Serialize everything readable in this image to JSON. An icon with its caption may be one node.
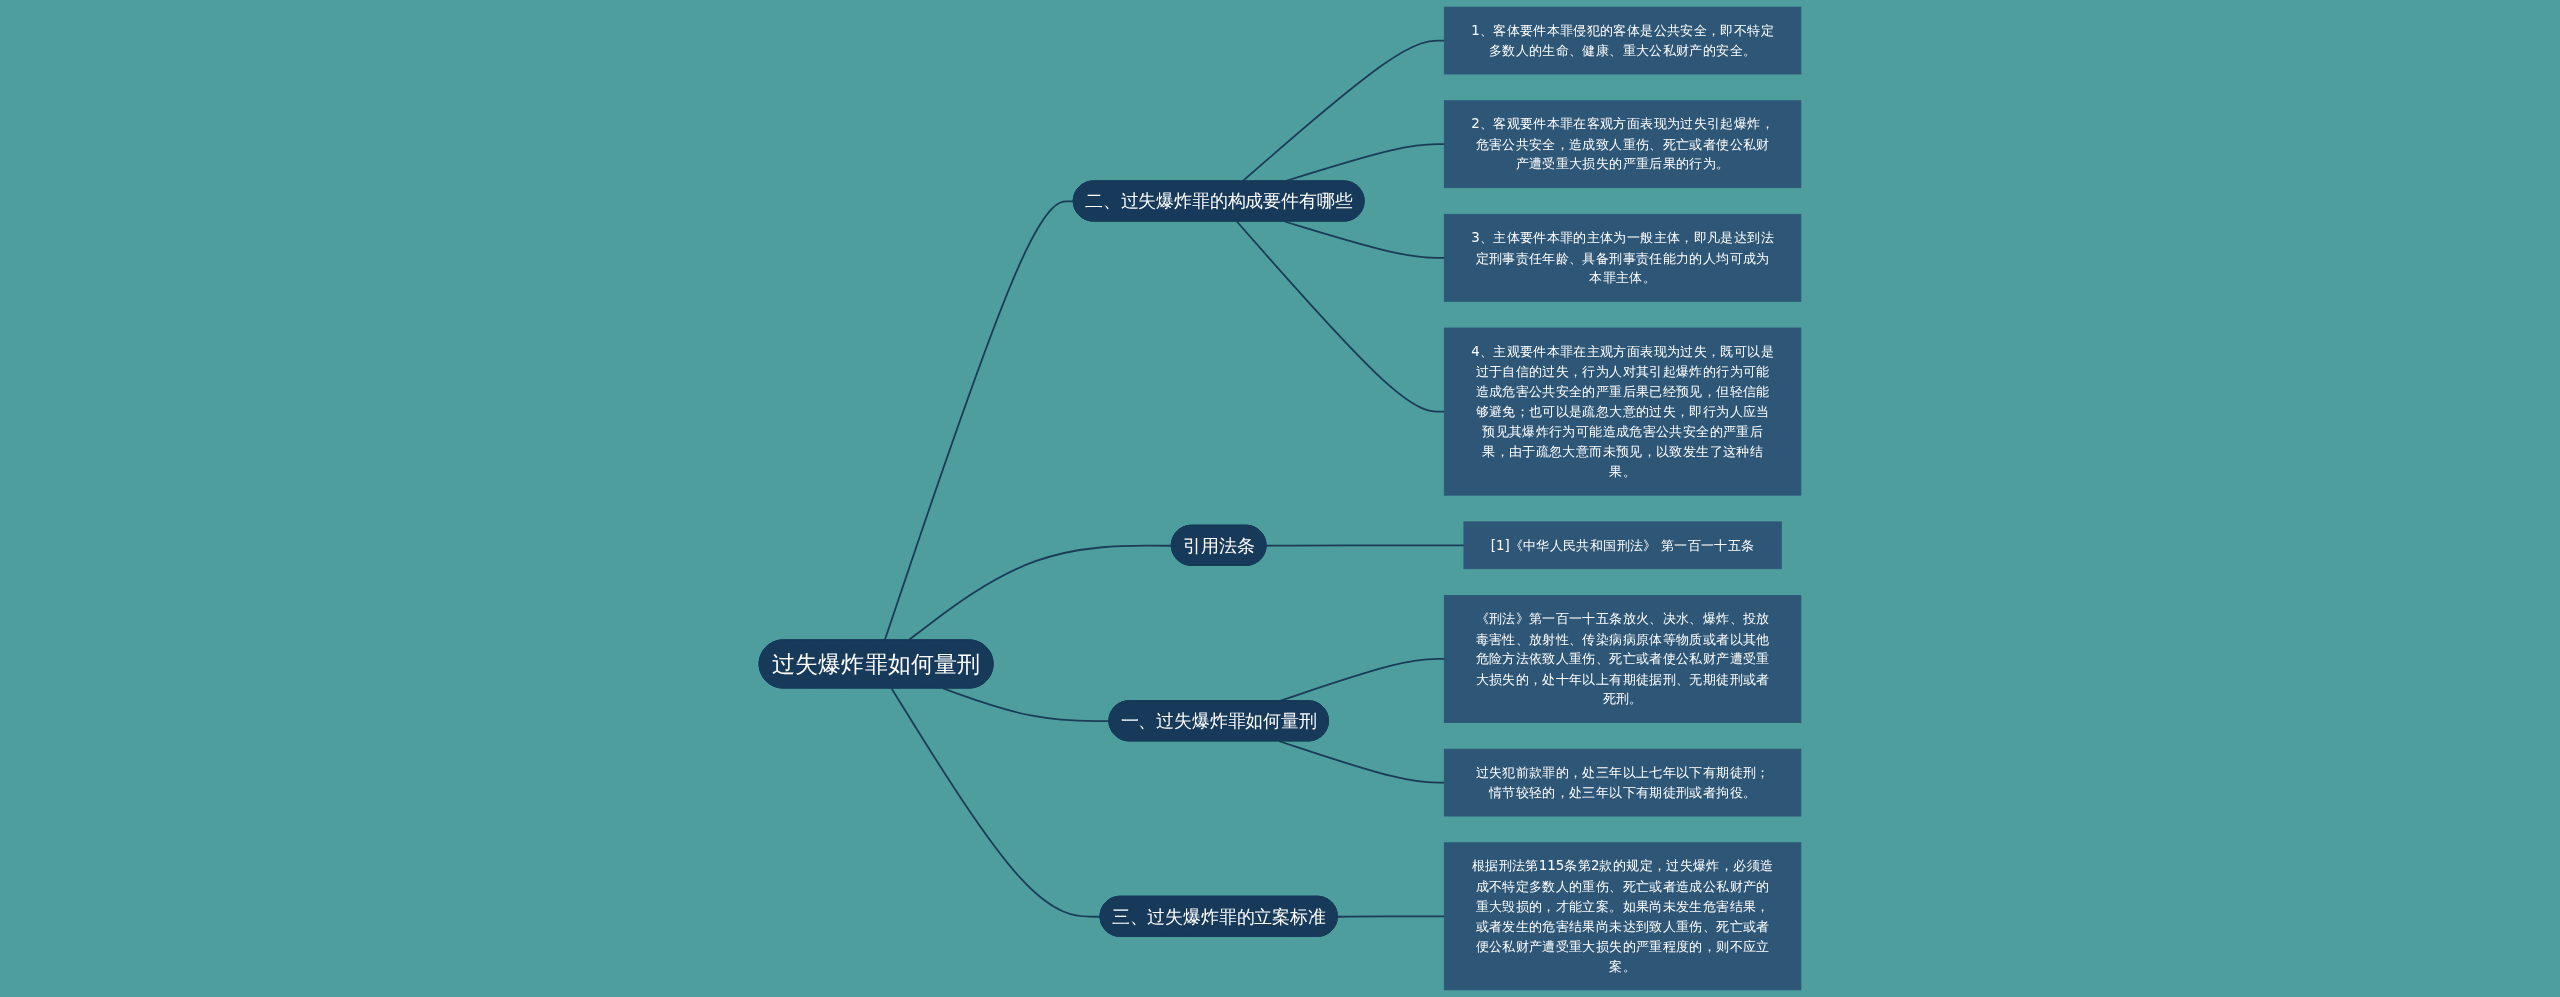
{
  "diagram": {
    "nodes": [
      {
        "text": [
          "过失爆炸罪如何量刑"
        ]
      },
      {
        "text": [
          "二、过失爆炸罪的构成要件有哪些"
        ]
      },
      {
        "text": [
          "1、客体要件本罪侵犯的客体是公共安全，即不特定多数人的生命、健康、重大公私财产的安全。"
        ]
      },
      {
        "text": [
          "2、客观要件本罪在客观方面表现为过失引起爆炸，危害公共安全，造成致人重伤、死亡或者使公私财产遭受重大损失的严重后果的行为。"
        ]
      },
      {
        "text": [
          "3、主体要件本罪的主体为一般主体，即凡是达到法定刑事责任年龄、具备刑事责任能力的人均可成为本罪主体。"
        ]
      },
      {
        "text": [
          "4、主观要件本罪在主观方面表现为过失，既可以是过于自信的过失，行为人对其引起爆炸的行为可能造成危害公共安全的严重后果已经预见，但轻信能够避免；也可以是疏忽大意的过失，即行为人应当预见其爆炸行为可能造成危害公共安全的严重后果，由于疏忽大意而未预见，以致发生了这种结果。"
        ]
      },
      {
        "text": [
          "引用法条"
        ]
      },
      {
        "text": [
          "[1]《中华人民共和国刑法》 第一百一十五条"
        ]
      },
      {
        "text": [
          "一、过失爆炸罪如何量刑"
        ]
      },
      {
        "text": [
          "《刑法》第一百一十五条放火、决水、爆炸、投放毒害性、放射性、传染病病原体等物质或者以其他危险方法依致人重伤、死亡或者使公私财产遭受重大损失的，处十年以上有期徒据刑、无期徒刑或者死刑。"
        ]
      },
      {
        "text": [
          "过失犯前款罪的，处三年以上七年以下有期徒刑；情节较轻的，处三年以下有期徒刑或者拘役。"
        ]
      },
      {
        "text": [
          "三、过失爆炸罪的立案标准"
        ]
      },
      {
        "text": [
          "根据刑法第115条第2款的规定，过失爆炸，必须造成不特定多数人的重伤、死亡或者造成公私财产的重大毁损的，才能立案。如果尚未发生危害结果，或者发生的危害结果尚未达到致人重伤、死亡或者便公私财产遭受重大损失的严重程度的，则不应立案。"
        ]
      }
    ],
    "edges": [
      {
        "from": 0,
        "to": 1,
        "arrow": "none"
      },
      {
        "from": 1,
        "to": 2,
        "arrow": "none"
      },
      {
        "from": 1,
        "to": 3,
        "arrow": "none"
      },
      {
        "from": 1,
        "to": 4,
        "arrow": "none"
      },
      {
        "from": 1,
        "to": 5,
        "arrow": "none"
      },
      {
        "from": 0,
        "to": 6,
        "arrow": "none"
      },
      {
        "from": 6,
        "to": 7,
        "arrow": "none"
      },
      {
        "from": 0,
        "to": 8,
        "arrow": "none"
      },
      {
        "from": 8,
        "to": 9,
        "arrow": "none"
      },
      {
        "from": 8,
        "to": 10,
        "arrow": "none"
      },
      {
        "from": 0,
        "to": 11,
        "arrow": "none"
      },
      {
        "from": 11,
        "to": 12,
        "arrow": "none"
      }
    ]
  }
}
